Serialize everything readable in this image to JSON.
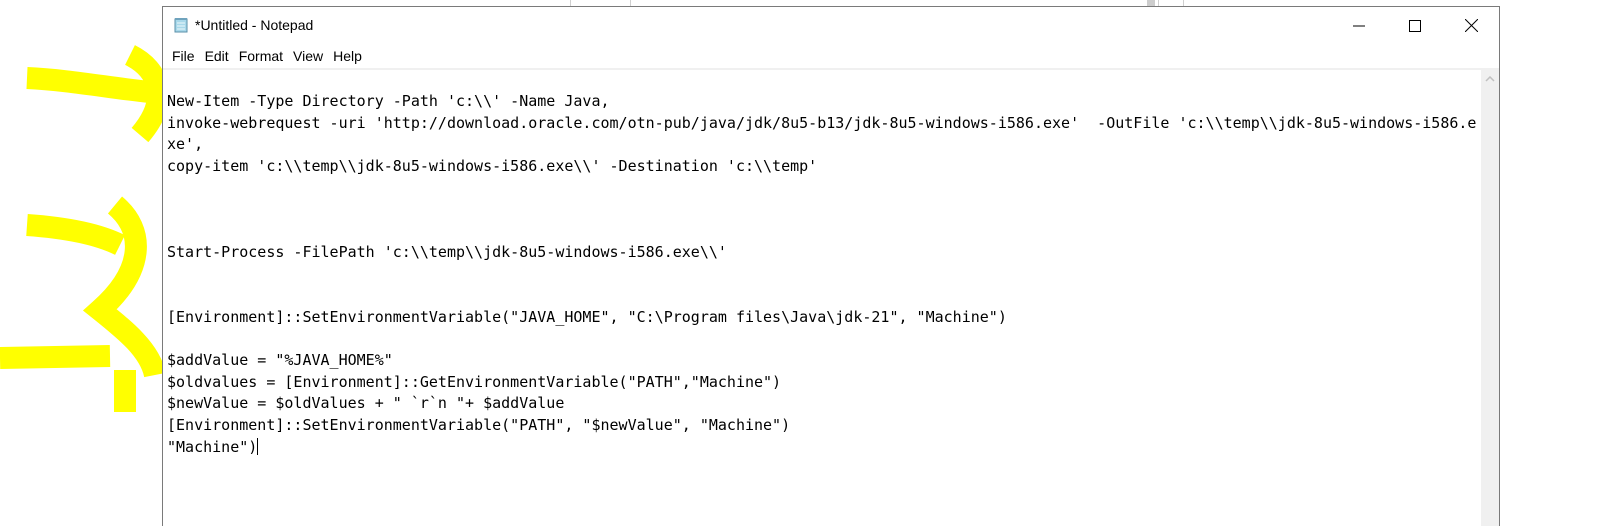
{
  "window": {
    "title": "*Untitled - Notepad",
    "controls": {
      "minimize": "minimize-icon",
      "maximize": "maximize-icon",
      "close": "close-icon"
    }
  },
  "menu": {
    "items": [
      "File",
      "Edit",
      "Format",
      "View",
      "Help"
    ]
  },
  "editor": {
    "lines": [
      "New-Item -Type Directory -Path 'c:\\\\' -Name Java,",
      "invoke-webrequest -uri 'http://download.oracle.com/otn-pub/java/jdk/8u5-b13/jdk-8u5-windows-i586.exe'  -OutFile 'c:\\\\temp\\\\jdk-8u5-windows-i586.exe',",
      "copy-item 'c:\\\\temp\\\\jdk-8u5-windows-i586.exe\\\\' -Destination 'c:\\\\temp'",
      "",
      "",
      "",
      "Start-Process -FilePath 'c:\\\\temp\\\\jdk-8u5-windows-i586.exe\\\\'",
      "",
      "",
      "[Environment]::SetEnvironmentVariable(\"JAVA_HOME\", \"C:\\Program files\\Java\\jdk-21\", \"Machine\")",
      "",
      "$addValue = \"%JAVA_HOME%\"",
      "$oldvalues = [Environment]::GetEnvironmentVariable(\"PATH\",\"Machine\")",
      "$newValue = $oldValues + \" `r`n \"+ $addValue",
      "[Environment]::SetEnvironmentVariable(\"PATH\", \"$newValue\", \"Machine\")",
      "\"Machine\")"
    ]
  },
  "annotations": {
    "color": "#ffff00",
    "arrows": [
      "arrow-pointing-to-first-block",
      "arrow-pointing-to-second-block"
    ]
  }
}
